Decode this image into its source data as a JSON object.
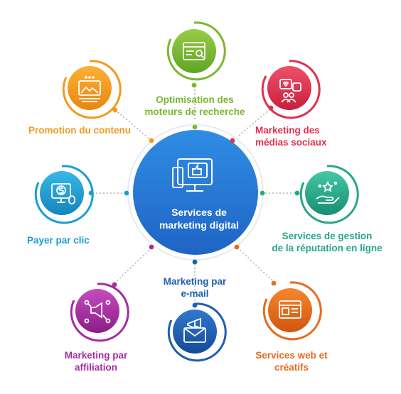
{
  "hub": {
    "title_line1": "Services de",
    "title_line2": "marketing digital",
    "icon": "computer-thumbs-up-icon",
    "color": "#2b7fd9"
  },
  "nodes": {
    "seo": {
      "line1": "Optimisation des",
      "line2": "moteurs de recherche",
      "icon": "search-browser-icon",
      "color": "#7ab82e"
    },
    "social": {
      "line1": "Marketing des",
      "line2": "médias sociaux",
      "icon": "social-media-icon",
      "color": "#e0304e"
    },
    "reputation": {
      "line1": "Services de gestion",
      "line2": "de la réputation en ligne",
      "icon": "hand-stars-icon",
      "color": "#26a88a"
    },
    "web": {
      "line1": "Services web et",
      "line2": "créatifs",
      "icon": "web-window-icon",
      "color": "#e86a1c"
    },
    "email": {
      "line1": "Marketing par",
      "line2": "e-mail",
      "icon": "envelope-megaphone-icon",
      "color": "#1d5fb0"
    },
    "affiliate": {
      "line1": "Marketing par",
      "line2": "affiliation",
      "icon": "megaphone-network-icon",
      "color": "#a72ba0"
    },
    "ppc": {
      "line1": "Payer par clic",
      "icon": "dollar-monitor-click-icon",
      "color": "#1b9ed1"
    },
    "content": {
      "line1": "Promotion du contenu",
      "icon": "image-document-icon",
      "color": "#f29a1d"
    }
  }
}
